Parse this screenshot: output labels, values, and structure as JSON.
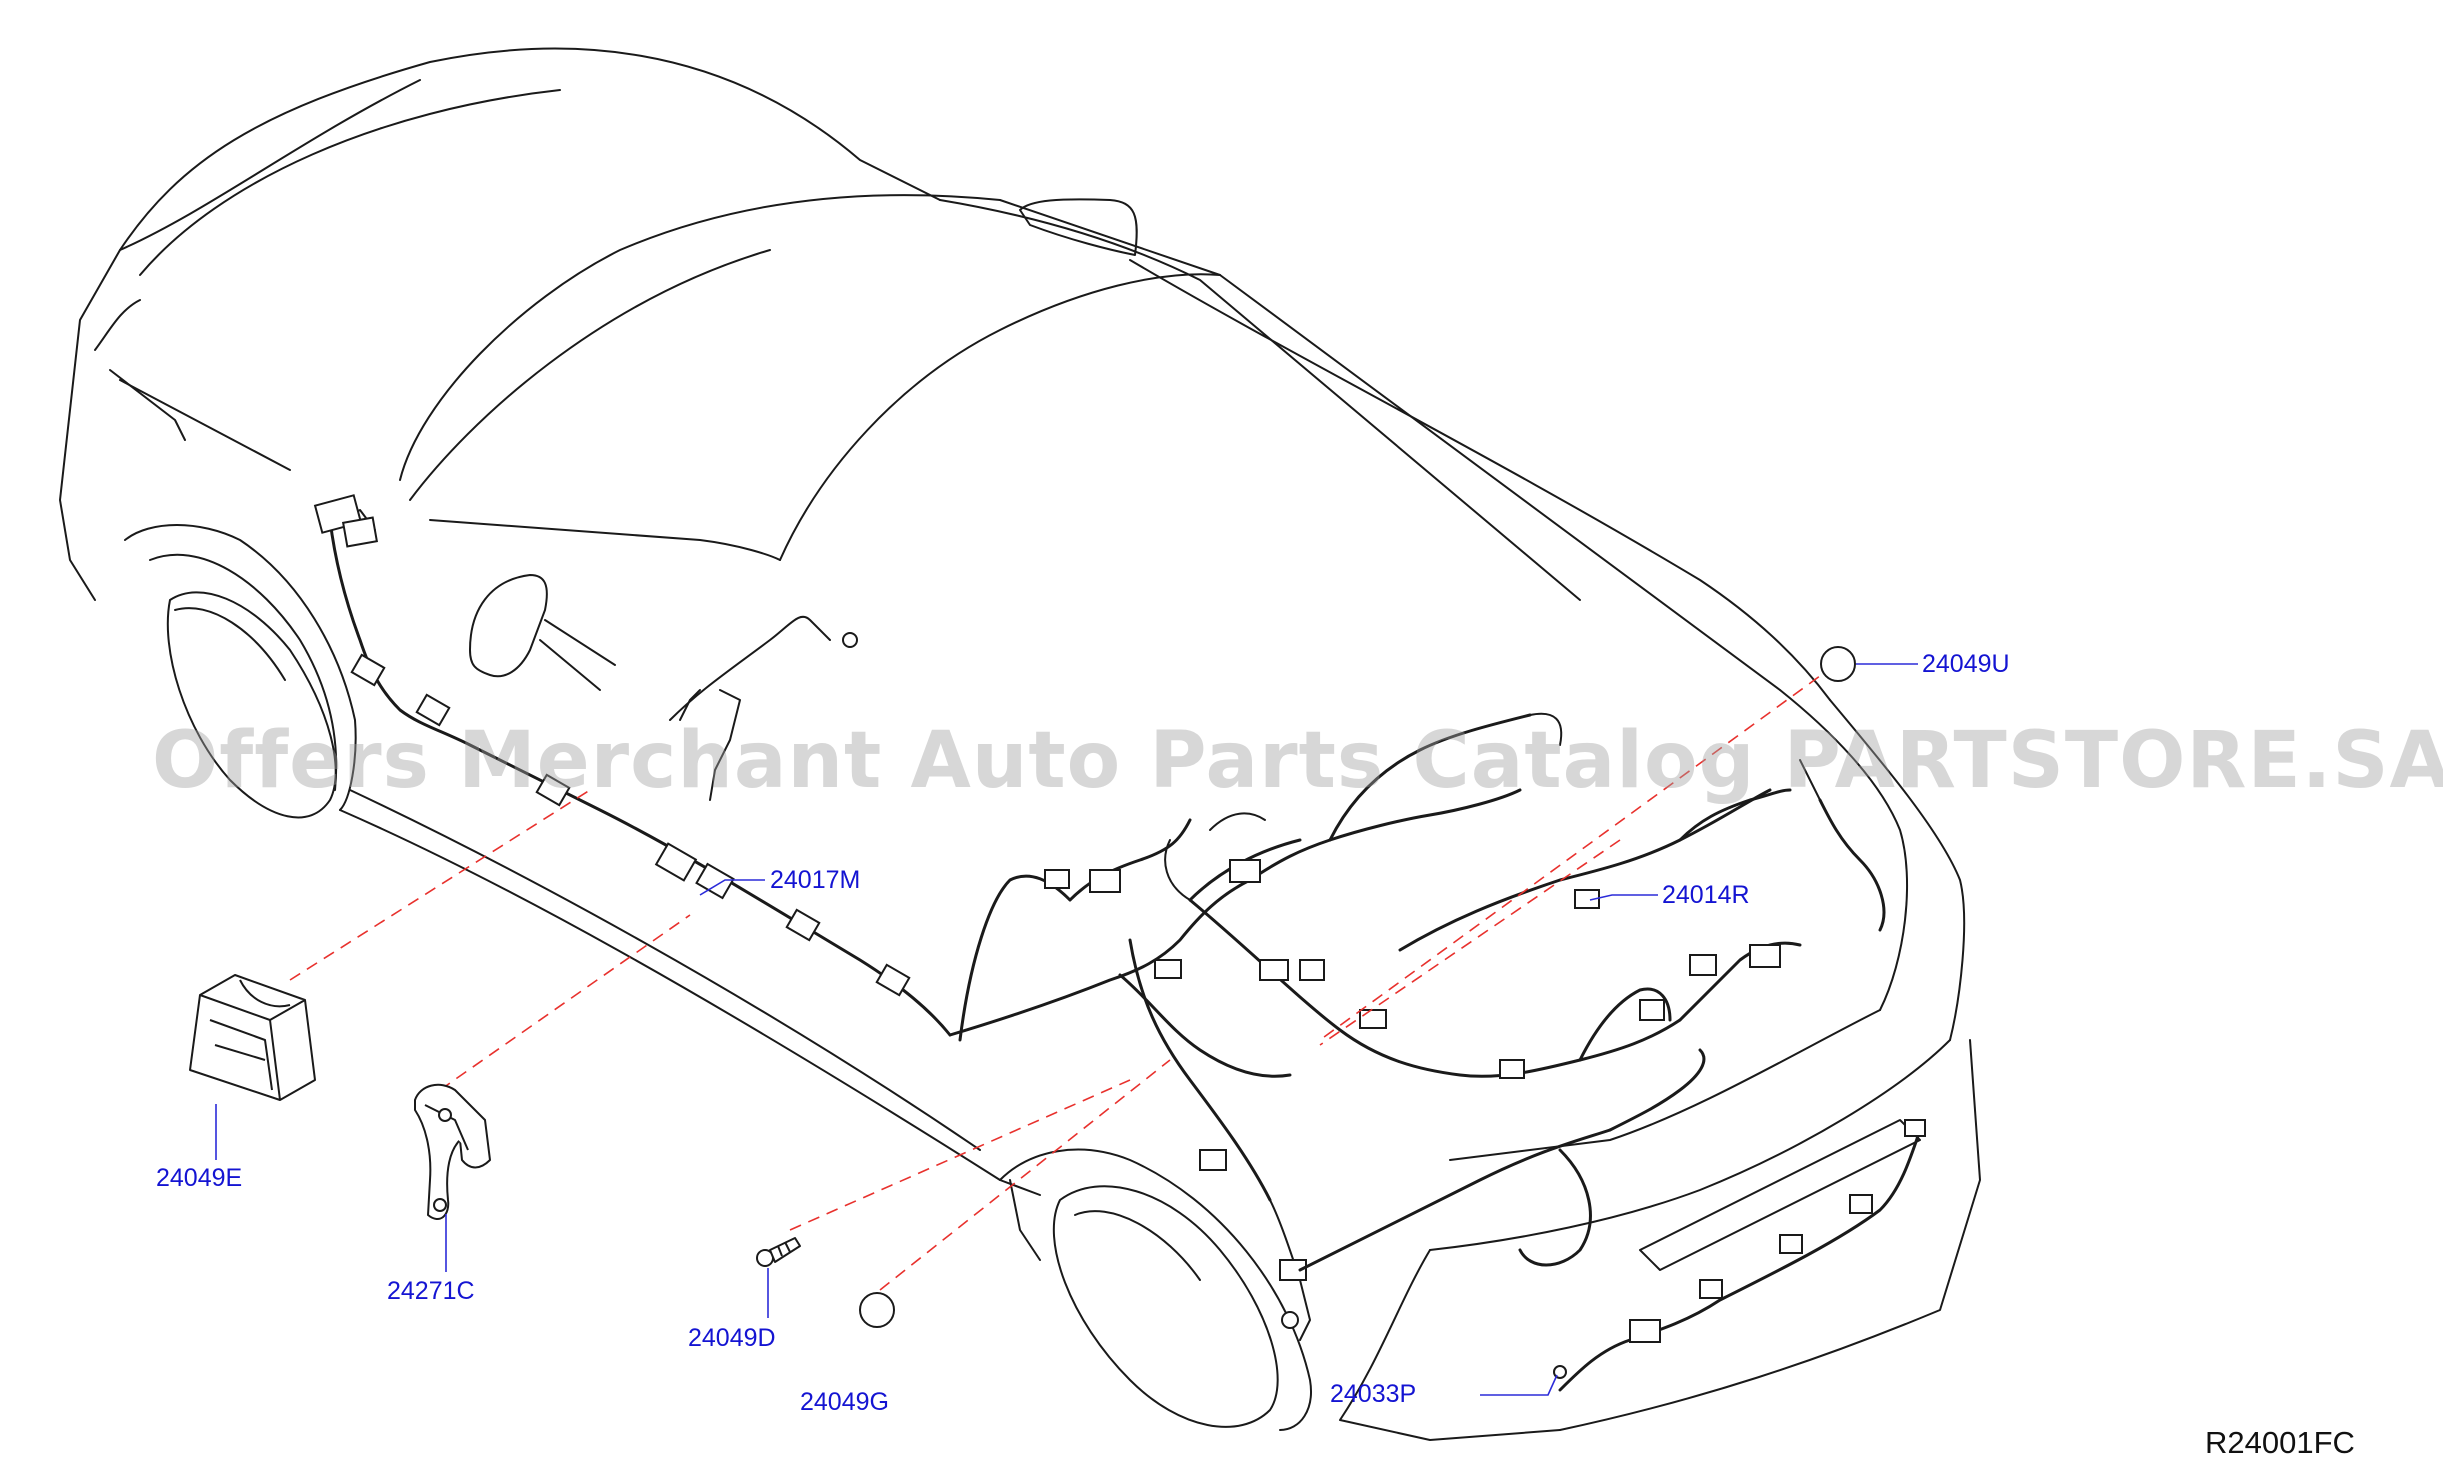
{
  "diagram": {
    "drawing_code": "R24001FC",
    "watermark": "Offers Merchant Auto Parts Catalog PARTSTORE.SA",
    "callouts": [
      {
        "id": "24049U",
        "text": "24049U"
      },
      {
        "id": "24017M",
        "text": "24017M"
      },
      {
        "id": "24014R",
        "text": "24014R"
      },
      {
        "id": "24049E",
        "text": "24049E"
      },
      {
        "id": "24271C",
        "text": "24271C"
      },
      {
        "id": "24049D",
        "text": "24049D"
      },
      {
        "id": "24049G",
        "text": "24049G"
      },
      {
        "id": "24033P",
        "text": "24033P"
      }
    ],
    "colors": {
      "callout_text": "#1414d2",
      "leader_line": "#2b2bd9",
      "dashed_reference": "#e8312d",
      "line_art": "#1a1a1a",
      "watermark": "#a0a0a0"
    }
  }
}
